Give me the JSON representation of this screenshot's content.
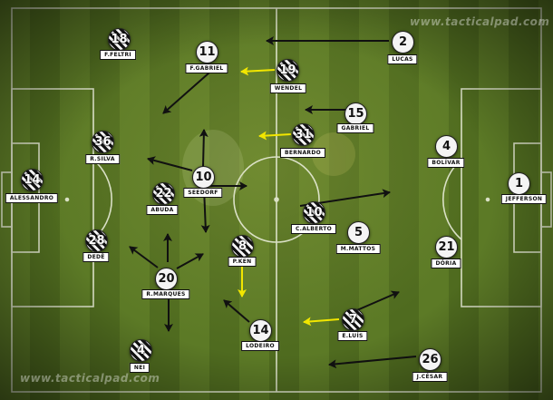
{
  "watermark": {
    "top": "www.tacticalpad.com",
    "bottom": "www.tacticalpad.com"
  },
  "colors": {
    "arrow_primary": "#111111",
    "arrow_highlight": "#f2e600",
    "pitch_light": "#5c7a26",
    "pitch_dark": "#4f6b1f"
  },
  "players": [
    {
      "number": "18",
      "name": "F.FELTRI",
      "kit": "striped"
    },
    {
      "number": "11",
      "name": "F.GABRIEL",
      "kit": "plain"
    },
    {
      "number": "19",
      "name": "WENDEL",
      "kit": "striped"
    },
    {
      "number": "2",
      "name": "LUCAS",
      "kit": "plain"
    },
    {
      "number": "15",
      "name": "GABRIEL",
      "kit": "plain"
    },
    {
      "number": "31",
      "name": "BERNARDO",
      "kit": "striped"
    },
    {
      "number": "36",
      "name": "R.SILVA",
      "kit": "striped"
    },
    {
      "number": "10",
      "name": "SEEDORF",
      "kit": "plain"
    },
    {
      "number": "22",
      "name": "ABUDA",
      "kit": "striped"
    },
    {
      "number": "14",
      "name": "ALESSANDRO",
      "kit": "striped"
    },
    {
      "number": "10",
      "name": "C.ALBERTO",
      "kit": "striped"
    },
    {
      "number": "5",
      "name": "M.MATTOS",
      "kit": "plain"
    },
    {
      "number": "4",
      "name": "BOLÍVAR",
      "kit": "plain"
    },
    {
      "number": "1",
      "name": "JEFFERSON",
      "kit": "plain"
    },
    {
      "number": "21",
      "name": "DÓRIA",
      "kit": "plain"
    },
    {
      "number": "28",
      "name": "DEDÊ",
      "kit": "striped"
    },
    {
      "number": "20",
      "name": "R.MARQUES",
      "kit": "plain"
    },
    {
      "number": "8",
      "name": "P.KEN",
      "kit": "striped"
    },
    {
      "number": "14",
      "name": "LODEIRO",
      "kit": "plain"
    },
    {
      "number": "7",
      "name": "E.LUÍS",
      "kit": "striped"
    },
    {
      "number": "4",
      "name": "NEI",
      "kit": "striped"
    },
    {
      "number": "26",
      "name": "J.CÉSAR",
      "kit": "plain"
    }
  ]
}
